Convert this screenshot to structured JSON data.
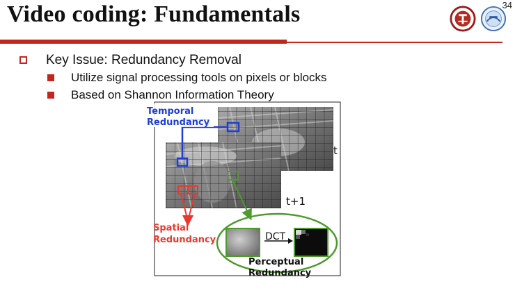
{
  "slide": {
    "title": "Video coding: Fundamentals",
    "page_number": "34"
  },
  "bullets": {
    "main": "Key Issue: Redundancy Removal",
    "sub": [
      "Utilize signal processing tools on pixels or blocks",
      "Based on Shannon Information Theory"
    ]
  },
  "figure": {
    "temporal_line1": "Temporal",
    "temporal_line2": "Redundancy",
    "spatial_line1": "Spatial",
    "spatial_line2": "Redundancy",
    "perceptual_line1": "Perceptual",
    "perceptual_line2": "Redundancy",
    "frame_t": "t",
    "frame_t1": "t+1",
    "dct": "DCT"
  },
  "colors": {
    "accent_red": "#c0271f",
    "temporal_blue": "#1d3fd6",
    "spatial_red": "#e8392e",
    "perceptual_green": "#4e9a2e"
  }
}
